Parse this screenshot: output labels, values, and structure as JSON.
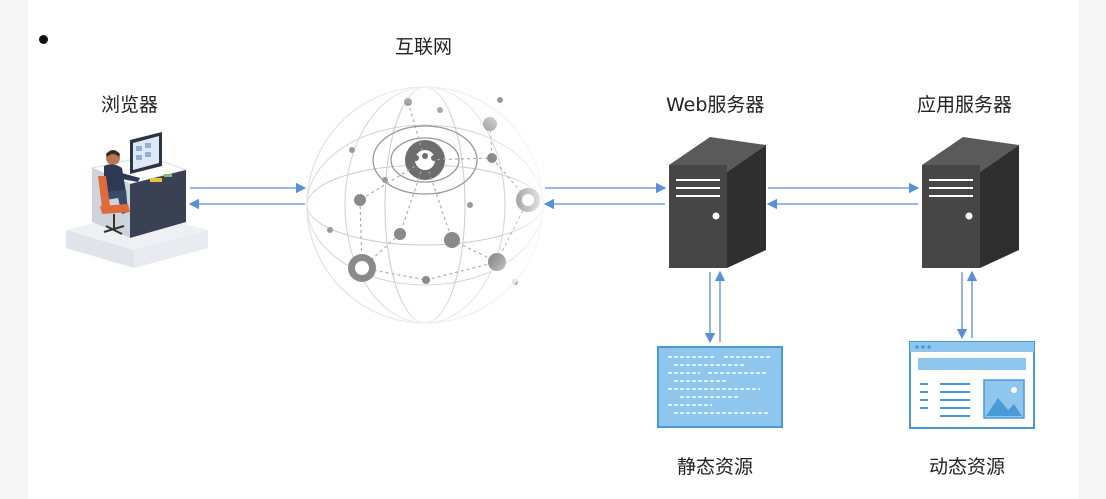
{
  "labels": {
    "internet": "互联网",
    "browser": "浏览器",
    "web_server": "Web服务器",
    "app_server": "应用服务器",
    "static_resource": "静态资源",
    "dynamic_resource": "动态资源"
  },
  "colors": {
    "arrow": "#5b8fd6",
    "server_dark": "#3a3a3a",
    "server_front": "#4a4a4a",
    "resource_blue": "#8fc6ee",
    "resource_border": "#4a9ad8",
    "globe_line": "#b8b8b8",
    "node_dark": "#777777"
  },
  "icons": [
    "bullet-dot",
    "person-at-computer-icon",
    "globe-network-icon",
    "server-tower-icon",
    "code-document-icon",
    "web-page-icon"
  ]
}
